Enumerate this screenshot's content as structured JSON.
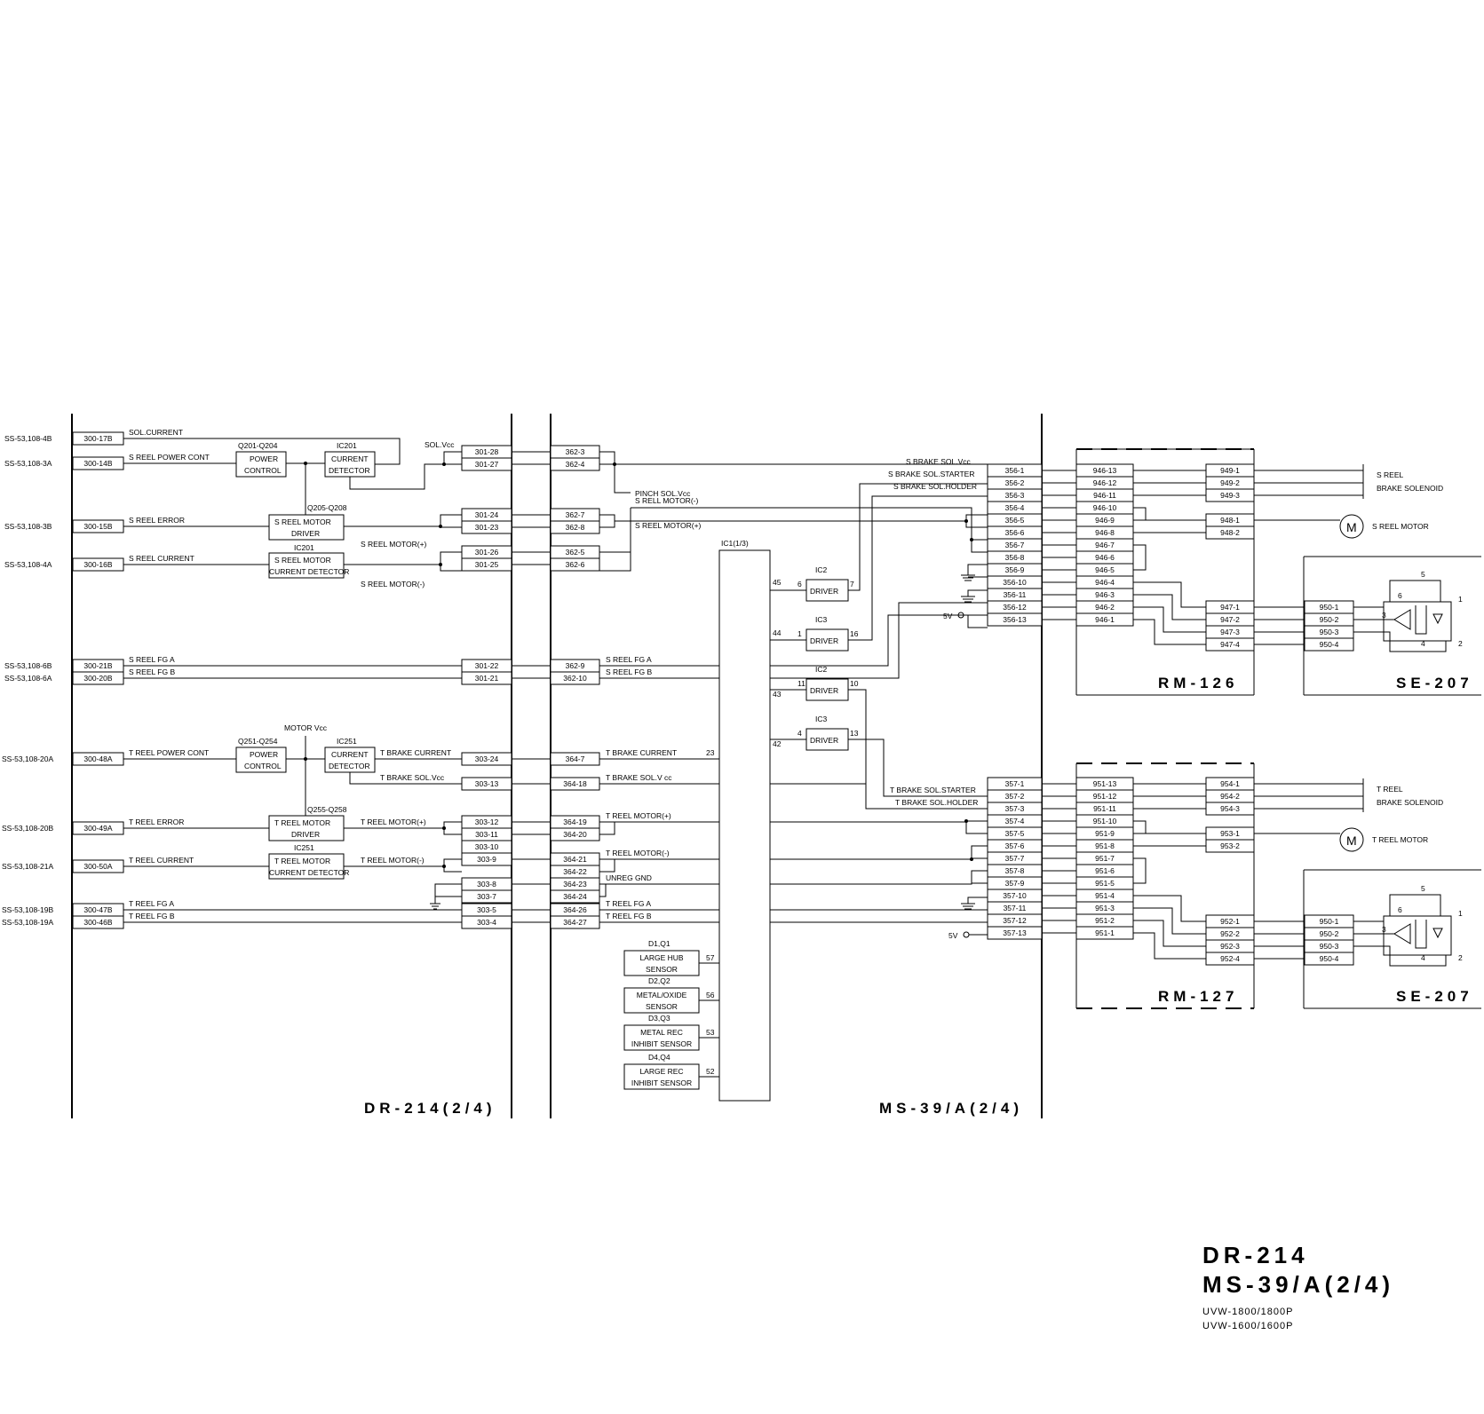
{
  "board_labels": {
    "dr214": "DR-214(2/4)",
    "ms39": "MS-39/A(2/4)",
    "rm126": "RM-126",
    "rm127": "RM-127",
    "se207_top": "SE-207",
    "se207_bot": "SE-207"
  },
  "title_block": {
    "line1": "DR-214",
    "line2": "MS-39/A(2/4)",
    "model1": "UVW-1800/1800P",
    "model2": "UVW-1600/1600P"
  },
  "left_refs": [
    "SS-53,108-4B",
    "SS-53,108-3A",
    "SS-53,108-3B",
    "SS-53,108-4A",
    "SS-53,108-6B",
    "SS-53,108-6A",
    "SS-53,108-20A",
    "SS-53,108-20B",
    "SS-53,108-21A",
    "SS-53,108-19B",
    "SS-53,108-19A"
  ],
  "dr_left_connectors": [
    "300-17B",
    "300-14B",
    "300-15B",
    "300-16B",
    "300-21B",
    "300-20B",
    "300-48A",
    "300-49A",
    "300-50A",
    "300-47B",
    "300-46B"
  ],
  "dr_left_signals": [
    "SOL.CURRENT",
    "S REEL POWER CONT",
    "S REEL ERROR",
    "S REEL CURRENT",
    "S REEL FG A",
    "S REEL FG B",
    "T REEL POWER CONT",
    "T REEL ERROR",
    "T REEL CURRENT",
    "T REEL FG A",
    "T REEL FG B"
  ],
  "dr_blocks": {
    "q201_ref": "Q201-Q204",
    "power_control_1": "POWER",
    "power_control_2": "CONTROL",
    "ic201_ref": "IC201",
    "cur_det_1": "CURRENT",
    "cur_det_2": "DETECTOR",
    "q205_ref": "Q205-Q208",
    "smd_1": "S REEL MOTOR",
    "smd_2": "DRIVER",
    "ic201b_ref": "IC201",
    "smcd_1": "S REEL MOTOR",
    "smcd_2": "CURRENT DETECTOR",
    "motor_vcc": "MOTOR Vcc",
    "q251_ref": "Q251-Q254",
    "power_control_b1": "POWER",
    "power_control_b2": "CONTROL",
    "ic251_ref": "IC251",
    "cur_det_b1": "CURRENT",
    "cur_det_b2": "DETECTOR",
    "q255_ref": "Q255-Q258",
    "tmd_1": "T REEL MOTOR",
    "tmd_2": "DRIVER",
    "ic251b_ref": "IC251",
    "tmcd_1": "T REEL MOTOR",
    "tmcd_2": "CURRENT DETECTOR"
  },
  "dr_signals": {
    "sol_vcc": "SOL.Vcc",
    "s_motor_plus": "S REEL MOTOR(+)",
    "s_motor_minus": "S REEL MOTOR(-)",
    "t_brake_current": "T BRAKE CURRENT",
    "t_brake_sol_vcc": "T BRAKE SOL.Vcc",
    "t_motor_plus": "T REEL MOTOR(+)",
    "t_motor_minus": "T REEL MOTOR(-)"
  },
  "dr_right_connectors": [
    "301-28",
    "301-27",
    "301-24",
    "301-23",
    "301-26",
    "301-25",
    "301-22",
    "301-21",
    "303-24",
    "303-13",
    "303-12",
    "303-11",
    "303-10",
    "303-9",
    "303-8",
    "303-7",
    "303-5",
    "303-4"
  ],
  "ms_left_connectors": [
    "362-3",
    "362-4",
    "362-7",
    "362-8",
    "362-5",
    "362-6",
    "362-9",
    "362-10",
    "364-7",
    "364-18",
    "364-19",
    "364-20",
    "364-21",
    "364-22",
    "364-23",
    "364-24",
    "364-26",
    "364-27"
  ],
  "ms_signals": {
    "pinch_sol": "PINCH SOL.Vcc",
    "s_rell_minus": "S RELL MOTOR(-)",
    "s_reel_plus": "S REEL MOTOR(+)",
    "s_fg_a": "S REEL FG A",
    "s_fg_b": "S REEL FG B",
    "t_brake_current": "T BRAKE CURRENT",
    "t_brake_sol_vcc": "T BRAKE SOL.V  cc",
    "t_motor_plus": "T REEL MOTOR(+)",
    "t_motor_minus": "T REEL MOTOR(-)",
    "unreg_gnd": "UNREG GND",
    "t_fg_a": "T REEL FG A",
    "t_fg_b": "T REEL FG B",
    "s_brake_sol_vcc": "S BRAKE SOL.Vcc",
    "s_brake_sol_starter": "S BRAKE SOL.STARTER",
    "s_brake_sol_holder": "S BRAKE SOL.HOLDER",
    "t_brake_sol_starter": "T BRAKE SOL.STARTER",
    "t_brake_sol_holder": "T BRAKE SOL.HOLDER",
    "v5_top": "5V",
    "v5_bot": "5V"
  },
  "ic1": {
    "ref": "IC1(1/3)",
    "pins": [
      "45",
      "44",
      "43",
      "42",
      "23",
      "57",
      "56",
      "53",
      "52"
    ]
  },
  "drivers": [
    {
      "ref": "IC2",
      "label": "DRIVER",
      "pin_in": "6",
      "pin_out": "7"
    },
    {
      "ref": "IC3",
      "label": "DRIVER",
      "pin_in": "1",
      "pin_out": "16"
    },
    {
      "ref": "IC2",
      "label": "DRIVER",
      "pin_in": "11",
      "pin_out": "10"
    },
    {
      "ref": "IC3",
      "label": "DRIVER",
      "pin_in": "4",
      "pin_out": "13"
    }
  ],
  "sensors": [
    {
      "ref": "D1,Q1",
      "l1": "LARGE HUB",
      "l2": "SENSOR"
    },
    {
      "ref": "D2,Q2",
      "l1": "METAL/OXIDE",
      "l2": "SENSOR"
    },
    {
      "ref": "D3,Q3",
      "l1": "METAL REC",
      "l2": "INHIBIT SENSOR"
    },
    {
      "ref": "D4,Q4",
      "l1": "LARGE REC",
      "l2": "INHIBIT SENSOR"
    }
  ],
  "conn_356": [
    "356-1",
    "356-2",
    "356-3",
    "356-4",
    "356-5",
    "356-6",
    "356-7",
    "356-8",
    "356-9",
    "356-10",
    "356-11",
    "356-12",
    "356-13"
  ],
  "conn_357": [
    "357-1",
    "357-2",
    "357-3",
    "357-4",
    "357-5",
    "357-6",
    "357-7",
    "357-8",
    "357-9",
    "357-10",
    "357-11",
    "357-12",
    "357-13"
  ],
  "conn_946": [
    "946-13",
    "946-12",
    "946-11",
    "946-10",
    "946-9",
    "946-8",
    "946-7",
    "946-6",
    "946-5",
    "946-4",
    "946-3",
    "946-2",
    "946-1"
  ],
  "conn_951": [
    "951-13",
    "951-12",
    "951-11",
    "951-10",
    "951-9",
    "951-8",
    "951-7",
    "951-6",
    "951-5",
    "951-4",
    "951-3",
    "951-2",
    "951-1"
  ],
  "conn_949": [
    "949-1",
    "949-2",
    "949-3"
  ],
  "conn_948": [
    "948-1",
    "948-2"
  ],
  "conn_947": [
    "947-1",
    "947-2",
    "947-3",
    "947-4"
  ],
  "conn_954": [
    "954-1",
    "954-2",
    "954-3"
  ],
  "conn_953": [
    "953-1",
    "953-2"
  ],
  "conn_952": [
    "952-1",
    "952-2",
    "952-3",
    "952-4"
  ],
  "conn_950_top": [
    "950-1",
    "950-2",
    "950-3",
    "950-4"
  ],
  "conn_950_bot": [
    "950-1",
    "950-2",
    "950-3",
    "950-4"
  ],
  "sensor_pins": [
    "6",
    "5",
    "1",
    "3",
    "4",
    "2"
  ],
  "devices": {
    "s_reel": "S REEL",
    "s_brake_sol": "BRAKE SOLENOID",
    "s_reel_motor": "S REEL MOTOR",
    "t_reel": "T REEL",
    "t_brake_sol": "BRAKE SOLENOID",
    "t_reel_motor": "T REEL MOTOR",
    "motor_symbol": "M"
  }
}
